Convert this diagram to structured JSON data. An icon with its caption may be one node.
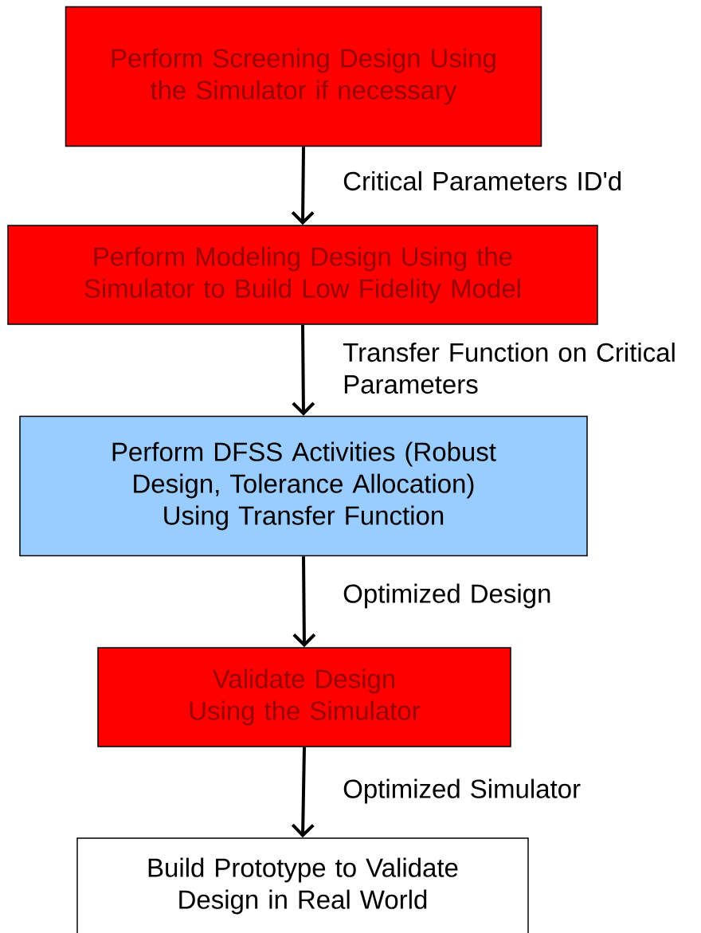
{
  "diagram": {
    "nodes": [
      {
        "text": [
          "Perform Screening Design Using the Simulator if necessary"
        ]
      },
      {
        "text": [
          "Perform Modeling Design Using the Simulator to Build Low Fidelity Model"
        ]
      },
      {
        "text": [
          "Perform DFSS Activities (Robust Design, Tolerance Allocation) Using Transfer Function"
        ]
      },
      {
        "text": [
          "Validate Design Using the Simulator"
        ]
      },
      {
        "text": [
          "Build Prototype to Validate Design in Real World"
        ]
      }
    ],
    "edges": [
      {
        "from": 0,
        "to": 1,
        "arrow": "to",
        "label": "Critical Parameters ID'd"
      },
      {
        "from": 1,
        "to": 2,
        "arrow": "to",
        "label": "Transfer Function on Critical Parameters"
      },
      {
        "from": 2,
        "to": 3,
        "arrow": "to",
        "label": "Optimized Design"
      },
      {
        "from": 3,
        "to": 4,
        "arrow": "to",
        "label": "Optimized Simulator"
      }
    ]
  }
}
